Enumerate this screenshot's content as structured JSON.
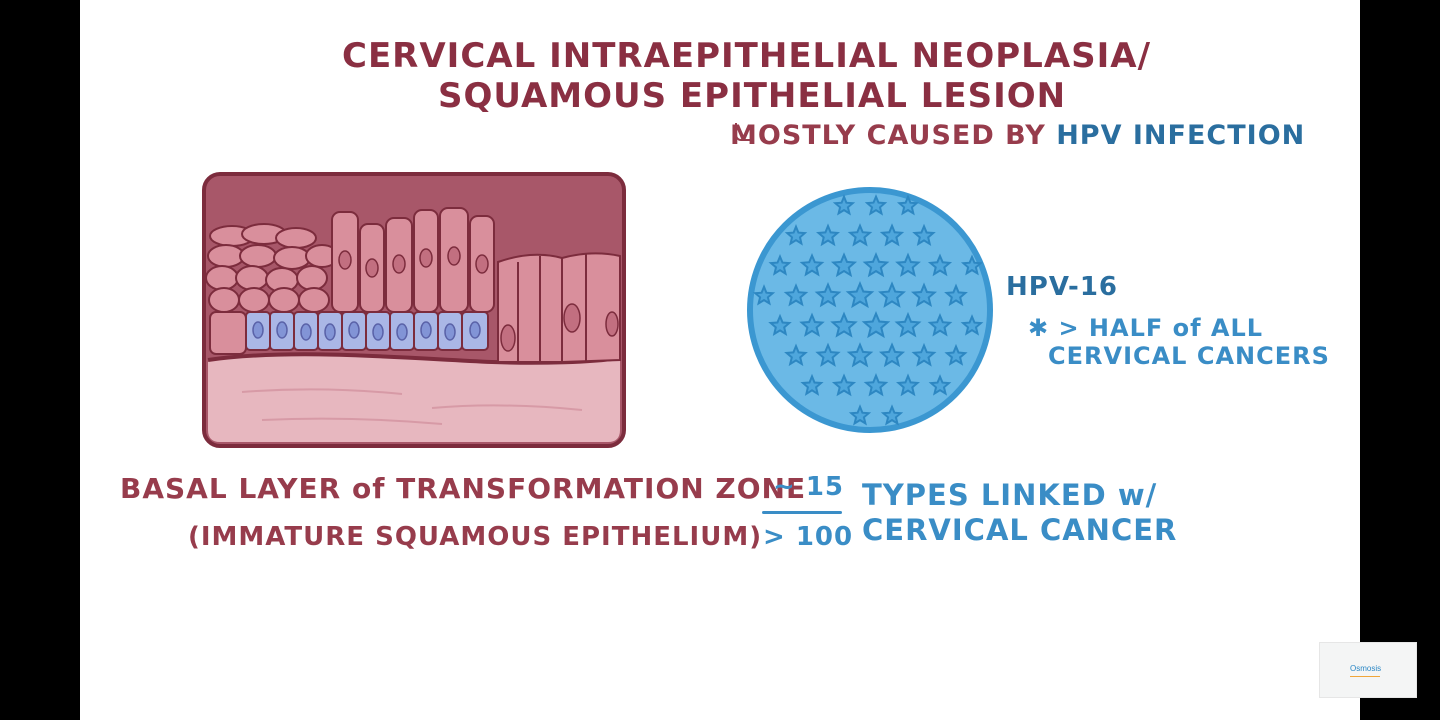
{
  "slide": {
    "title_line1": "CERVICAL INTRAEPITHELIAL NEOPLASIA/",
    "title_line2": "SQUAMOUS EPITHELIAL LESION",
    "caused_prefix": "MOSTLY CAUSED BY ",
    "caused_highlight": "HPV INFECTION",
    "hpv_label": "HPV-16",
    "hpv_note_line1": "✱ > HALF of ALL",
    "hpv_note_line2": "CERVICAL CANCERS",
    "basal_caption": "BASAL LAYER of TRANSFORMATION ZONE",
    "basal_sub": "(IMMATURE SQUAMOUS EPITHELIUM)",
    "fraction_numerator": "~ 15",
    "fraction_denominator": "> 100",
    "types_line1": "TYPES LINKED w/",
    "types_line2": "CERVICAL CANCER"
  },
  "watermark": {
    "text": "Osmosis"
  },
  "icons": {
    "epithelium": "epithelium-illustration",
    "virus": "hpv-virus-illustration"
  },
  "colors": {
    "maroon": "#973c4c",
    "title": "#8a2f42",
    "blue": "#3a8dc6",
    "dark_blue": "#2a6e9f",
    "basal_cells": "#aab7e6",
    "virus_fill": "#5aaee0"
  }
}
